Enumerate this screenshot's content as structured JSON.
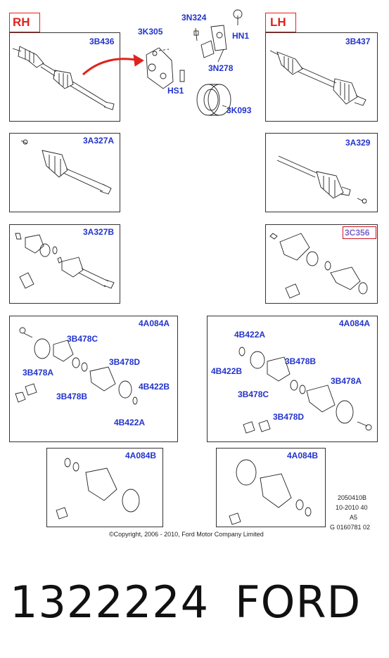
{
  "sides": {
    "rh": "RH",
    "lh": "LH"
  },
  "panels": {
    "rh_top": {
      "code": "3B436"
    },
    "lh_top": {
      "code": "3B437"
    },
    "rh_mid": {
      "code": "3A327A"
    },
    "lh_mid": {
      "code": "3A329"
    },
    "rh_low": {
      "code": "3A327B"
    },
    "lh_low": {
      "code": "3C356"
    },
    "rh_kit": {
      "code": "4A084A"
    },
    "lh_kit": {
      "code": "4A084A"
    },
    "rh_boot": {
      "code": "4A084B"
    },
    "lh_boot": {
      "code": "4A084B"
    }
  },
  "center_parts": {
    "bracket": "3K305",
    "clip": "3N324",
    "nut": "HN1",
    "cap": "3N278",
    "bolt": "HS1",
    "bearing": "3K093"
  },
  "rh_kit_labels": {
    "a": "3B478C",
    "b": "3B478A",
    "c": "3B478D",
    "d": "3B478B",
    "e": "4B422B",
    "f": "4B422A"
  },
  "lh_kit_labels": {
    "a": "4B422A",
    "b": "4B422B",
    "c": "3B478B",
    "d": "3B478C",
    "e": "3B478A",
    "f": "3B478D"
  },
  "info": [
    "2050410B",
    "10-2010 40",
    "A5",
    "G 0160781 02"
  ],
  "copyright": "©Copyright, 2006 - 2010, Ford Motor Company Limited",
  "caption": {
    "number": "1322224",
    "brand": "FORD"
  },
  "colors": {
    "label_blue": "#2233cc",
    "accent_red": "#e0231c",
    "highlight_purple": "#7c64c8"
  }
}
